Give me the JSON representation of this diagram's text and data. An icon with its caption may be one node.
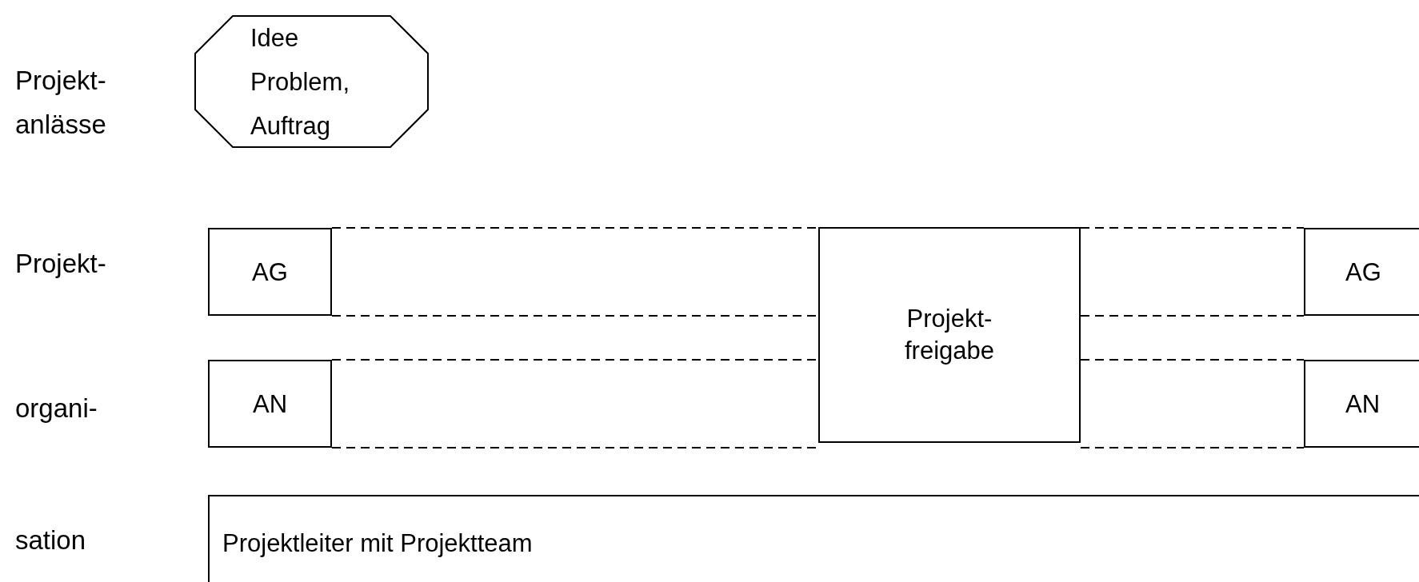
{
  "diagram": {
    "nodes": [
      {
        "text": [
          "Idee Problem, Auftrag"
        ]
      },
      {
        "text": [
          "AG"
        ]
      },
      {
        "text": [
          "AN"
        ]
      },
      {
        "text": [
          "Projekt- freigabe"
        ]
      },
      {
        "text": [
          "AG"
        ]
      },
      {
        "text": [
          "AN"
        ]
      },
      {
        "text": [
          "Projektleiter mit Projektteam"
        ]
      }
    ],
    "edges": [
      {
        "from": 1,
        "to": 3,
        "arrow": "none",
        "style": "dashed"
      },
      {
        "from": 1,
        "to": 3,
        "arrow": "none",
        "style": "dashed"
      },
      {
        "from": 2,
        "to": 3,
        "arrow": "none",
        "style": "dashed"
      },
      {
        "from": 2,
        "to": 3,
        "arrow": "none",
        "style": "dashed"
      },
      {
        "from": 3,
        "to": 4,
        "arrow": "none",
        "style": "dashed"
      },
      {
        "from": 3,
        "to": 4,
        "arrow": "none",
        "style": "dashed"
      },
      {
        "from": 3,
        "to": 5,
        "arrow": "none",
        "style": "dashed"
      },
      {
        "from": 3,
        "to": 5,
        "arrow": "none",
        "style": "dashed"
      }
    ],
    "labels": [
      "Projekt- anlässe",
      "Projekt-",
      "organi-",
      "sation"
    ]
  }
}
